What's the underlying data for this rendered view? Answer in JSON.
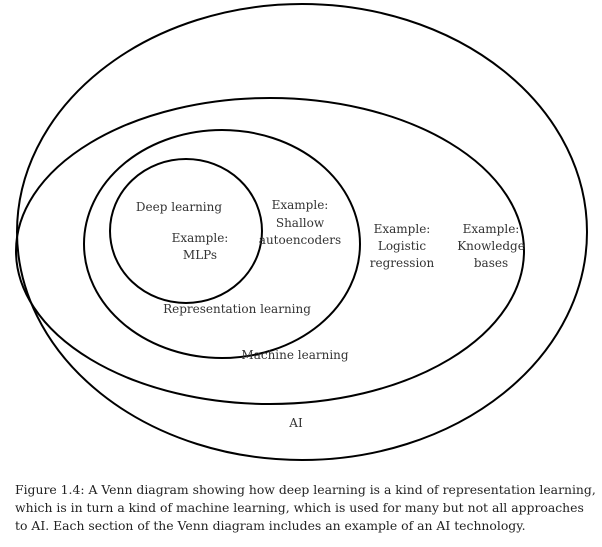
{
  "diagram": {
    "sets": [
      {
        "id": "ai",
        "label": "AI",
        "example": [
          "Example:",
          "Knowledge",
          "bases"
        ]
      },
      {
        "id": "machine-learning",
        "label": "Machine learning",
        "example": [
          "Example:",
          "Logistic",
          "regression"
        ]
      },
      {
        "id": "representation-learning",
        "label": "Representation learning",
        "example": [
          "Example:",
          "Shallow",
          "autoencoders"
        ]
      },
      {
        "id": "deep-learning",
        "label": "Deep learning",
        "example": [
          "Example:",
          "MLPs"
        ]
      }
    ]
  },
  "caption": {
    "lines": [
      "Figure 1.4: A Venn diagram showing how deep learning is a kind of representation learning,",
      "which is in turn a kind of machine learning, which is used for many but not all approaches",
      "to AI. Each section of the Venn diagram includes an example of an AI technology."
    ]
  }
}
